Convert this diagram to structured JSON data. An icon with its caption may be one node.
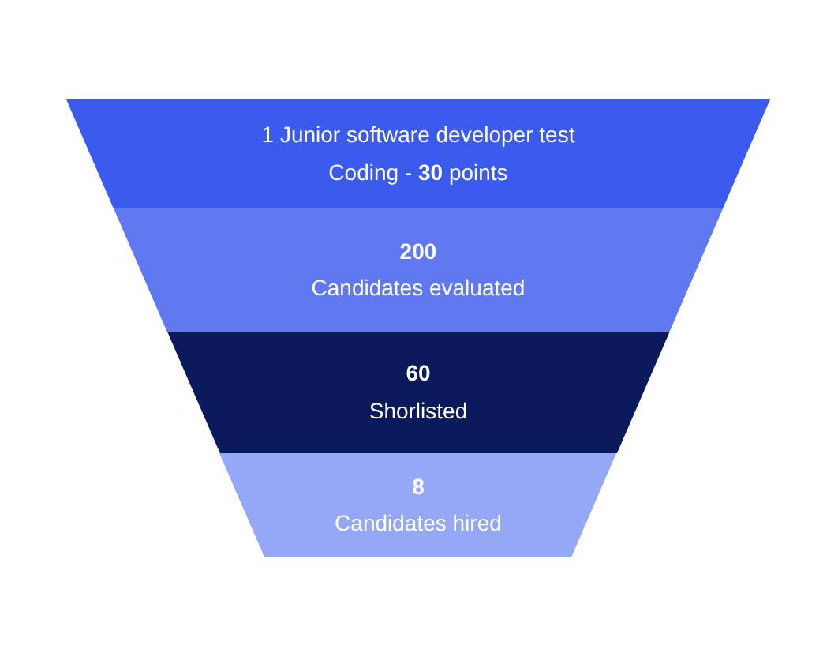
{
  "diagram": {
    "nodes": [
      {
        "text": [
          "1 Junior software developer test",
          "Coding - **30** points"
        ]
      },
      {
        "text": [
          "200",
          "Candidates evaluated"
        ]
      },
      {
        "text": [
          "60",
          "Shorlisted"
        ]
      },
      {
        "text": [
          "8",
          "Candidates hired"
        ]
      }
    ]
  }
}
